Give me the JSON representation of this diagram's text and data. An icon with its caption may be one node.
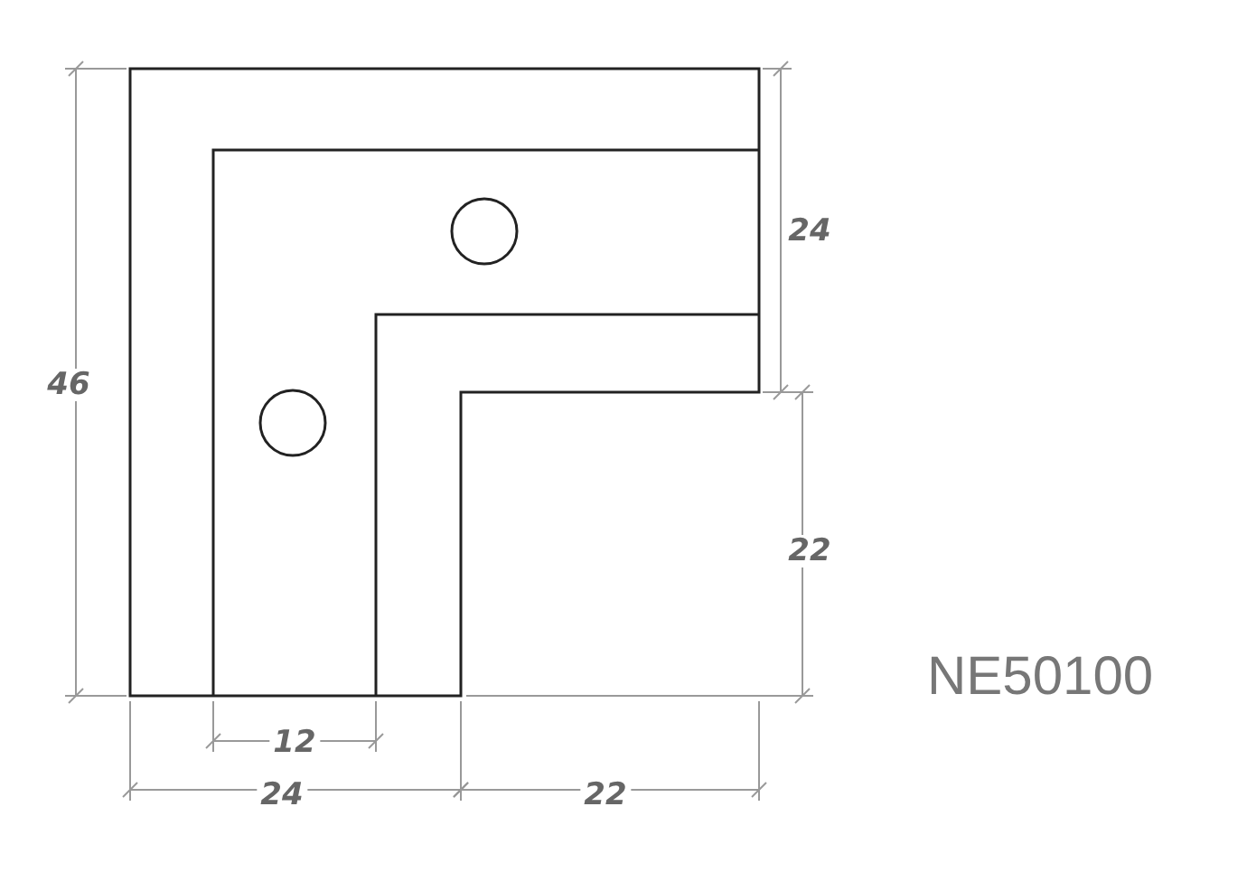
{
  "diagram": {
    "labels": [
      "24",
      "46",
      "22",
      "NE50100",
      "12",
      "24",
      "22"
    ]
  }
}
